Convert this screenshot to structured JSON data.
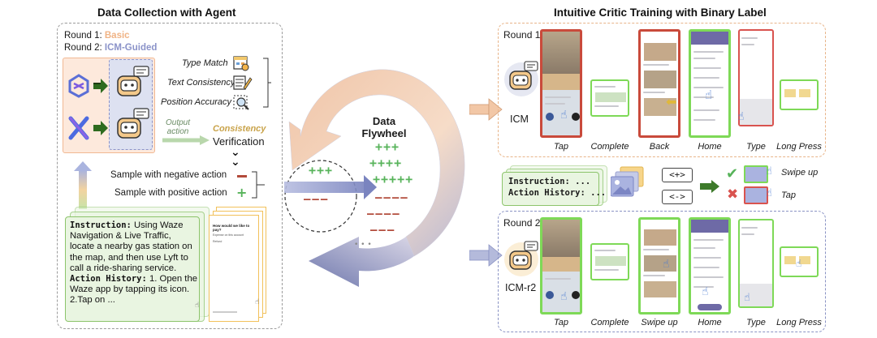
{
  "left": {
    "title": "Data Collection with Agent",
    "round1_label": "Round 1: ",
    "round1_value": "Basic",
    "round2_label": "Round 2: ",
    "round2_value": "ICM-Guided",
    "checks": [
      "Type Match",
      "Text Consistency",
      "Position Accuracy"
    ],
    "output_action": [
      "Output",
      "action"
    ],
    "consistency": "Consistency",
    "verification": "Verification",
    "neg_sample": "Sample with negative action",
    "pos_sample": "Sample with positive action",
    "instruction_label": "Instruction:",
    "instruction_text": " Using Waze Navigation & Live Traffic, locate a nearby gas station on the map, and then use Lyft to call a ride-sharing service.",
    "history_label": "Action History:",
    "history_text": " 1. Open the Waze app by tapping its icon. 2.Tap on ...",
    "phone_q": "How would we like to pay?",
    "phone_opt1": "Expense on this account",
    "phone_opt2": "Refund"
  },
  "center": {
    "flywheel_label_1": "Data",
    "flywheel_label_2": "Flywheel",
    "plus_rows": [
      "+++",
      "++++",
      "+++++"
    ],
    "minus_rows": [
      "————",
      "————",
      "———"
    ],
    "inner_plus": "+++",
    "inner_minus": "———",
    "dots": "• • •"
  },
  "right": {
    "title": "Intuitive Critic Training with Binary Label",
    "round1": "Round 1",
    "round2": "Round 2",
    "icm": "ICM",
    "icm_r2": "ICM-r2",
    "round1_actions": [
      "Tap",
      "Complete",
      "Back",
      "Home",
      "Type",
      "Long Press"
    ],
    "round2_actions": [
      "Tap",
      "Complete",
      "Swipe up",
      "Home",
      "Type",
      "Long Press"
    ],
    "instruction": "Instruction: ...",
    "history": "Action History: ...",
    "pos_op": "<+>",
    "neg_op": "<->",
    "swipe_up": "Swipe up",
    "tap": "Tap"
  },
  "colors": {
    "positive": "#57b35a",
    "negative": "#b24a3a",
    "basic": "#f0b385",
    "icm_guided": "#8b93c9",
    "green_frame": "#7ed957",
    "red_frame": "#c94a3b"
  }
}
